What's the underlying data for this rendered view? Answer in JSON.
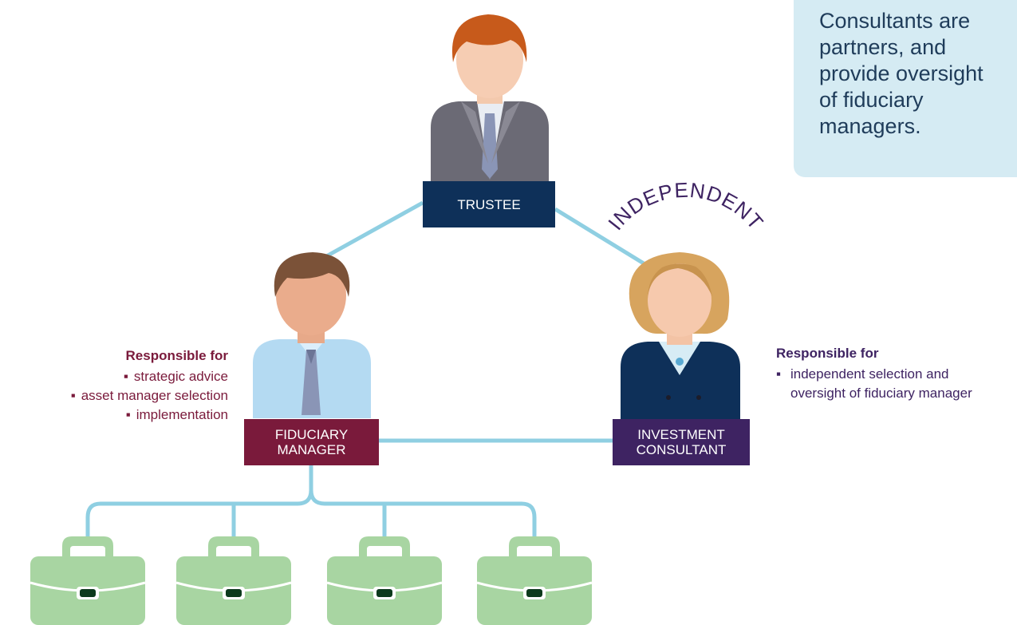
{
  "callout": {
    "lines": [
      "Consultants are",
      "partners, and",
      "provide oversight",
      "of fiduciary",
      "managers."
    ]
  },
  "trustee": {
    "label": "TRUSTEE"
  },
  "fiduciary_manager": {
    "label_lines": [
      "FIDUCIARY",
      "MANAGER"
    ],
    "responsibilities_heading": "Responsible for",
    "responsibilities": [
      "strategic advice",
      "asset manager selection",
      "implementation"
    ]
  },
  "investment_consultant": {
    "label_lines": [
      "INVESTMENT",
      "CONSULTANT"
    ],
    "arc_text": "INDEPENDENT",
    "responsibilities_heading": "Responsible for",
    "responsibilities": [
      "independent selection and oversight of fiduciary manager"
    ]
  },
  "colors": {
    "connector": "#8fcfe2",
    "trustee_box": "#0e3059",
    "fiduciary_box": "#7a1a3b",
    "consultant_box": "#3e2362",
    "briefcase": "#a8d5a2",
    "callout_bg": "#d5ebf3"
  },
  "icons": [
    "trustee-person-icon",
    "fiduciary-manager-person-icon",
    "investment-consultant-person-icon",
    "briefcase-icon"
  ]
}
